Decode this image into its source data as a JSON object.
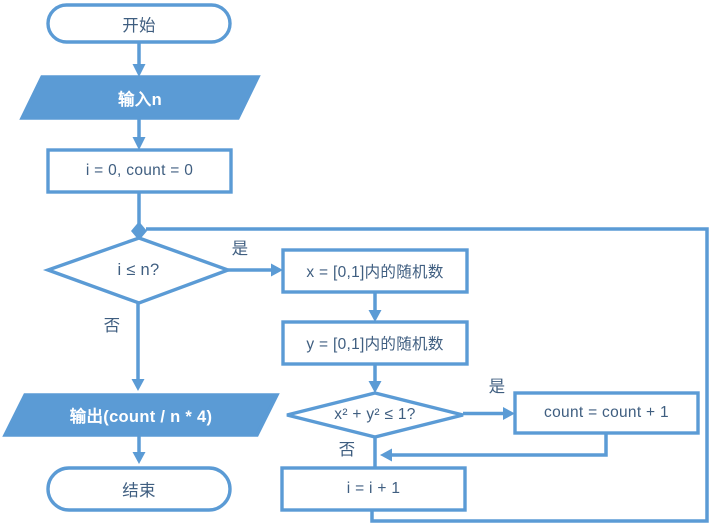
{
  "colors": {
    "accent": "#5B9BD5",
    "ink": "#3F5E80",
    "shape_fill": "#FFFFFF"
  },
  "flowchart": {
    "nodes": {
      "start": {
        "label": "开始"
      },
      "input_n": {
        "label": "输入n"
      },
      "init": {
        "label": "i = 0, count = 0"
      },
      "cond_loop": {
        "label": "i ≤ n?"
      },
      "rand_x": {
        "label": "x = [0,1]内的随机数"
      },
      "rand_y": {
        "label": "y = [0,1]内的随机数"
      },
      "cond_circle": {
        "label": "x² + y² ≤ 1?"
      },
      "count_inc": {
        "label": "count = count + 1"
      },
      "i_inc": {
        "label": "i = i + 1"
      },
      "output": {
        "label": "输出(count / n * 4)"
      },
      "end": {
        "label": "结束"
      }
    },
    "branches": {
      "loop_yes": "是",
      "loop_no": "否",
      "circle_yes": "是",
      "circle_no": "否"
    }
  }
}
